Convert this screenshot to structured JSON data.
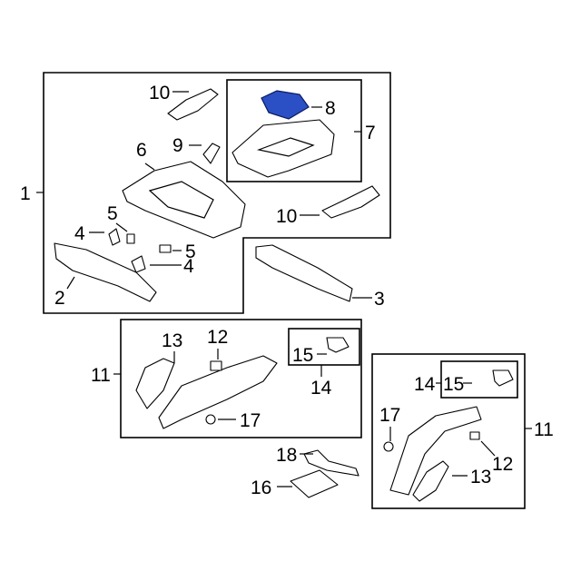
{
  "diagram": {
    "highlight_color": "#2b4fc4",
    "callouts": {
      "c1": "1",
      "c2": "2",
      "c3": "3",
      "c4a": "4",
      "c4b": "4",
      "c5a": "5",
      "c5b": "5",
      "c6": "6",
      "c7": "7",
      "c8": "8",
      "c9": "9",
      "c10a": "10",
      "c10b": "10",
      "c11a": "11",
      "c11b": "11",
      "c12a": "12",
      "c12b": "12",
      "c13a": "13",
      "c13b": "13",
      "c14a": "14",
      "c14b": "14",
      "c15a": "15",
      "c15b": "15",
      "c16": "16",
      "c17a": "17",
      "c17b": "17",
      "c18": "18"
    }
  }
}
